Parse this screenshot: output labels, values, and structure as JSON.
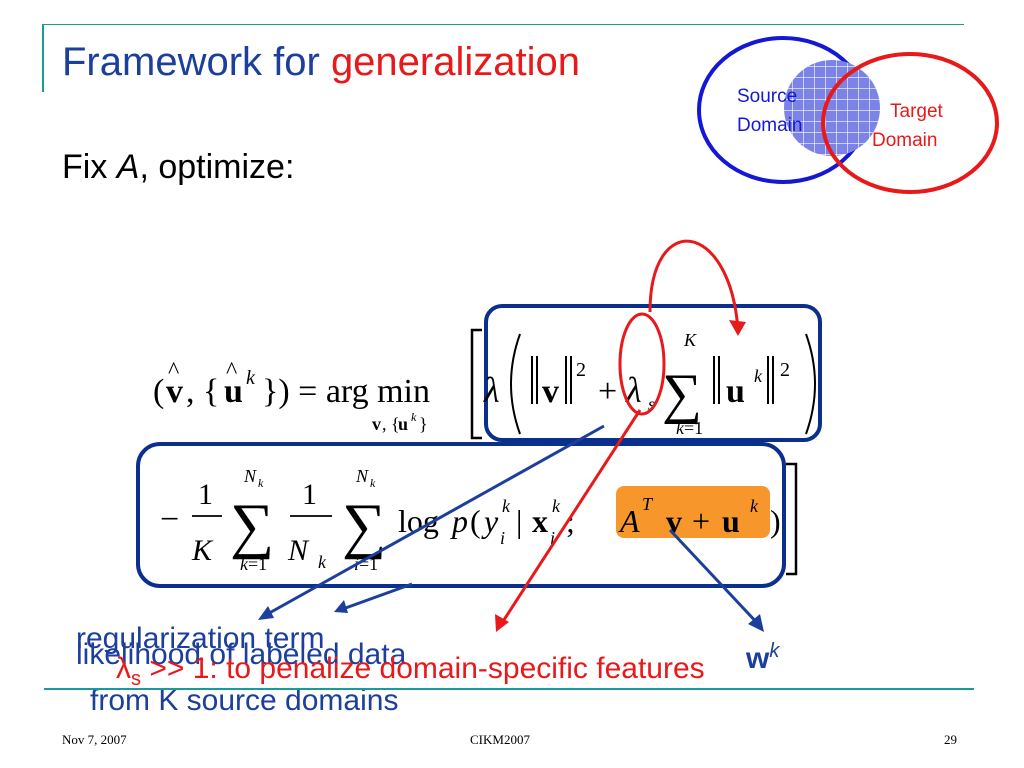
{
  "slide": {
    "title_prefix": "Framework for ",
    "title_highlight": "generalization",
    "subtitle_pre": "Fix ",
    "subtitle_var": "A",
    "subtitle_post": ", optimize:"
  },
  "venn": {
    "source_line1": "Source",
    "source_line2": "Domain",
    "target_line1": "Target",
    "target_line2": "Domain"
  },
  "annotations": {
    "regularization": "regularization term",
    "likelihood": "likelihood of labeled data",
    "lambda_sym": "λ",
    "lambda_sub": "s",
    "lambda_rest": " >> 1: to penalize domain-specific features",
    "source_domains": "from K source domains",
    "w_sym": "w",
    "w_sup": "k"
  },
  "footer": {
    "date": "Nov 7, 2007",
    "venue": "CIKM2007",
    "page": "29"
  },
  "colors": {
    "blue": "#1c3f9c",
    "red": "#e8191a",
    "teal": "#1a9a9a",
    "orange": "#f7962b",
    "box_blue": "#0a2f8c"
  }
}
